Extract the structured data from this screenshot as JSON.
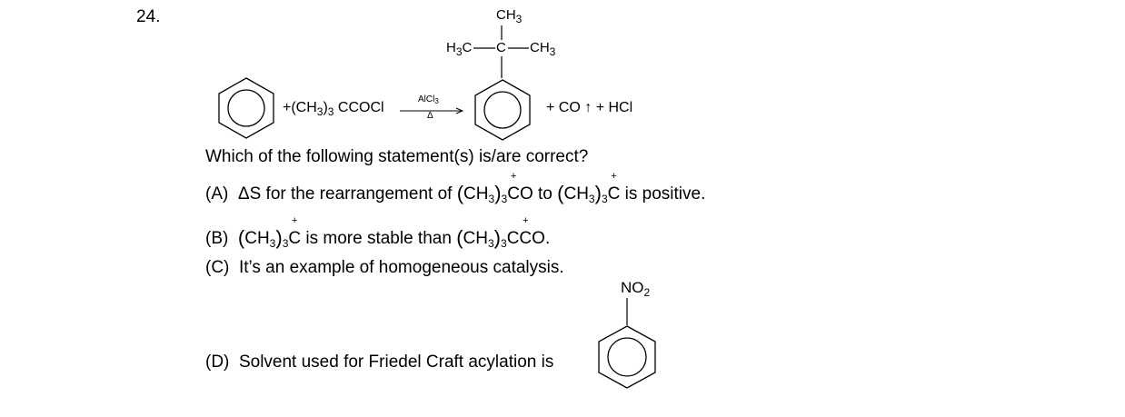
{
  "question": {
    "number": "24.",
    "prompt": "Which of the following statement(s) is/are correct?"
  },
  "reaction": {
    "reagent_plus": "+",
    "reagent_group": "(CH",
    "reagent_sub3": "3",
    "reagent_close": ")",
    "reagent_sub_out": "3",
    "reagent_tail": " CCOCl",
    "catalyst": "AlCl",
    "catalyst_sub": "3",
    "condition": "Δ",
    "product_top_ch3": "CH",
    "product_top_ch3_sub": "3",
    "product_left": "H",
    "product_left_sub": "3",
    "product_left_tail": "C",
    "product_center": "C",
    "product_right": "CH",
    "product_right_sub": "3",
    "byproducts": "+ CO",
    "gas_arrow": "↑",
    "byproducts_tail": "+ HCl"
  },
  "options": {
    "A": {
      "label": "(A)",
      "text1": "ΔS for the rearrangement of",
      "text2": "to",
      "text3": "is positive."
    },
    "B": {
      "label": "(B)",
      "text1": "is more stable than",
      "text2": "."
    },
    "C": {
      "label": "(C)",
      "text": "It’s an example of homogeneous catalysis."
    },
    "D": {
      "label": "(D)",
      "text": "Solvent used for Friedel Craft acylation is",
      "substituent": "NO",
      "substituent_sub": "2"
    }
  },
  "species": {
    "ch3": "CH",
    "sub": "3",
    "cco": "CCO",
    "c": "C",
    "charge": "+"
  }
}
